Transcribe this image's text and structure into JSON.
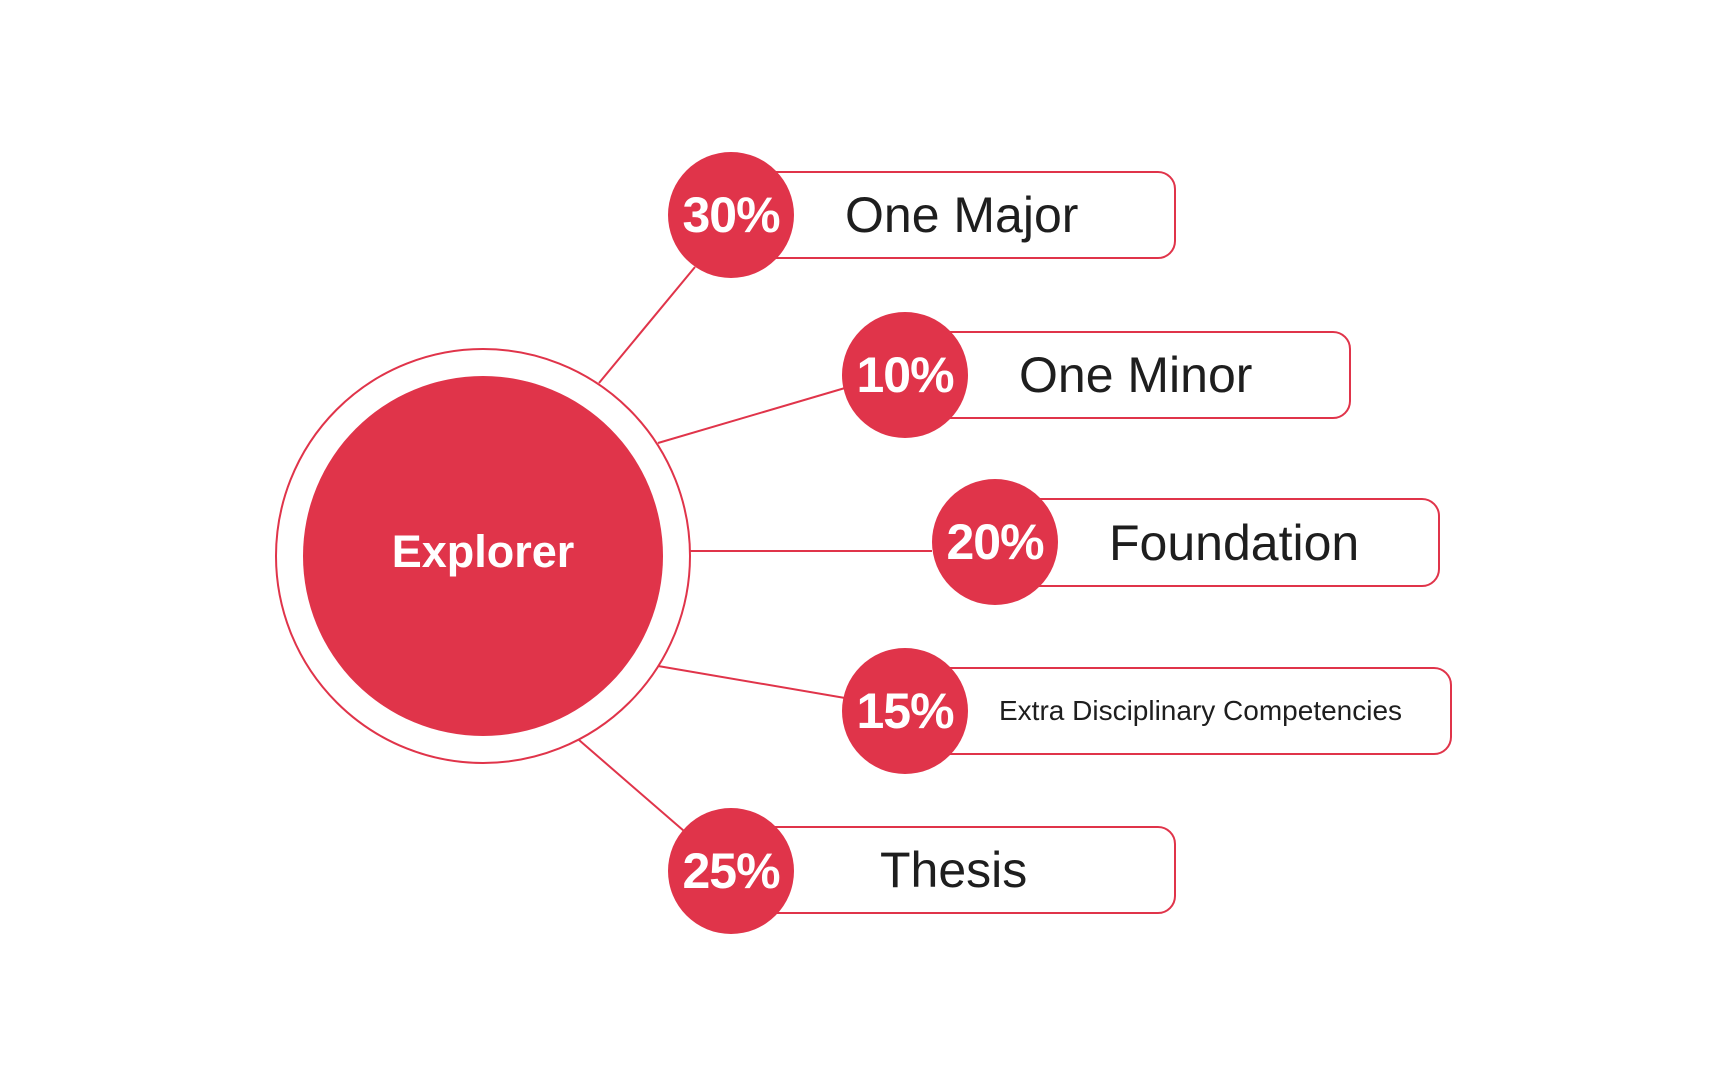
{
  "center": {
    "label": "Explorer"
  },
  "accent_color": "#e0344a",
  "items": [
    {
      "percent": "30%",
      "label": "One Major"
    },
    {
      "percent": "10%",
      "label": "One Minor"
    },
    {
      "percent": "20%",
      "label": "Foundation"
    },
    {
      "percent": "15%",
      "label": "Extra Disciplinary Competencies"
    },
    {
      "percent": "25%",
      "label": "Thesis"
    }
  ]
}
